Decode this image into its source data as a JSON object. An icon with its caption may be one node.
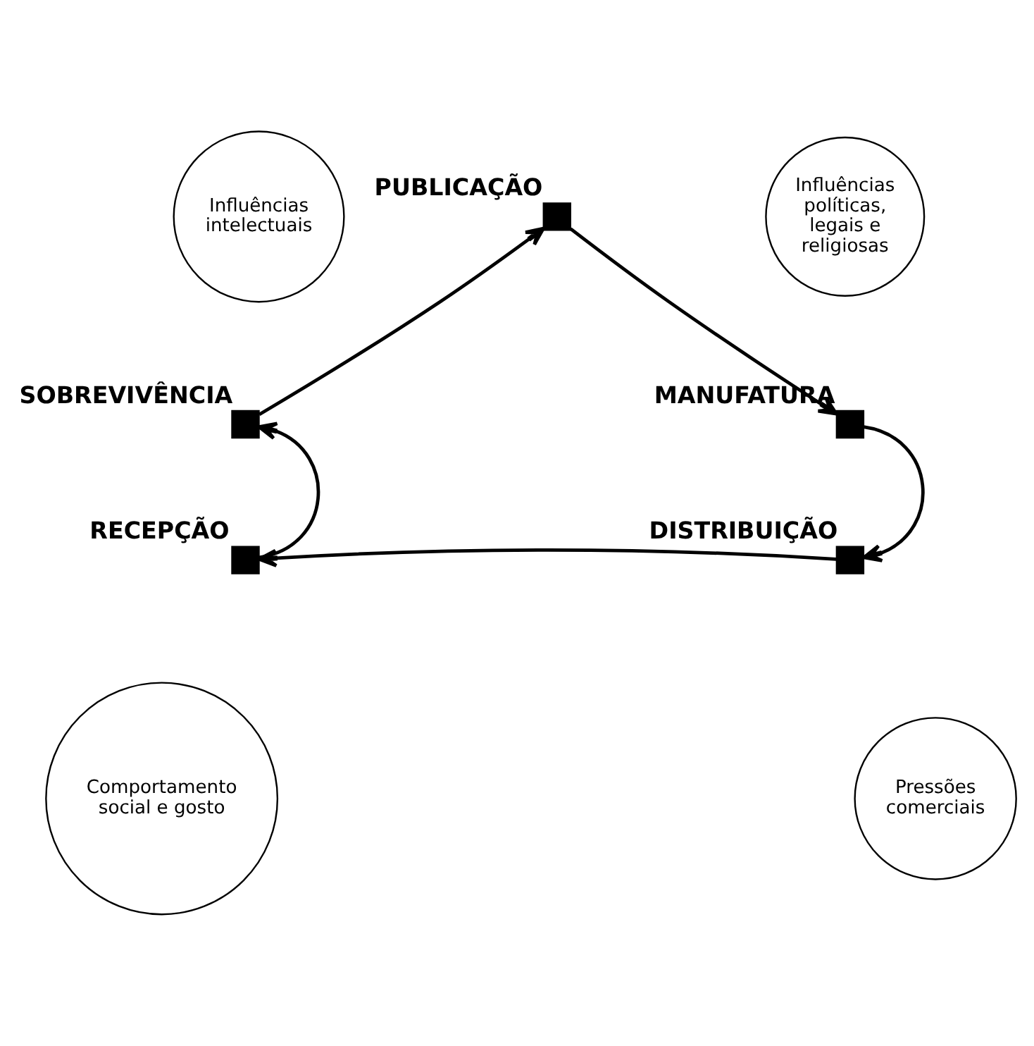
{
  "diagram": {
    "nodes": [
      {
        "text": [
          "Influências intelectuais"
        ]
      },
      {
        "text": [
          "Influências políticas, legais e religiosas"
        ]
      },
      {
        "text": [],
        "shape": "box",
        "beside": [
          "PUBLICAÇÃO"
        ]
      },
      {
        "text": [],
        "shape": "box",
        "beside": [
          "SOBREVIVÊNCIA"
        ]
      },
      {
        "text": [],
        "shape": "box",
        "beside": [
          "MANUFATURA"
        ]
      },
      {
        "text": [],
        "shape": "box",
        "beside": [
          "RECEPÇÃO"
        ]
      },
      {
        "text": [],
        "shape": "box",
        "beside": [
          "DISTRIBUIÇÃO"
        ]
      },
      {
        "text": [
          "Comportamento social e gosto"
        ]
      },
      {
        "text": [
          "Pressões comerciais"
        ]
      }
    ],
    "edges": [
      {
        "from": 2,
        "to": 4,
        "arrow": "to"
      },
      {
        "from": 4,
        "to": 6,
        "arrow": "to"
      },
      {
        "from": 6,
        "to": 5,
        "arrow": "to"
      },
      {
        "from": 5,
        "to": 3,
        "arrow": "to"
      },
      {
        "from": 3,
        "to": 2,
        "arrow": "to"
      }
    ]
  }
}
